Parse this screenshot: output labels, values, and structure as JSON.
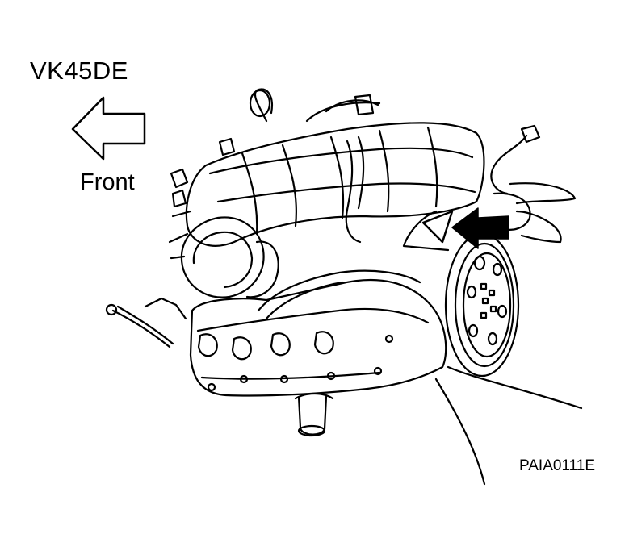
{
  "title": "VK45DE",
  "direction_label": "Front",
  "figure_code": "PAIA0111E",
  "icons": {
    "front_arrow": "outlined-left-arrow-icon",
    "pointer_arrow": "solid-left-arrow-icon"
  },
  "colors": {
    "line": "#000000",
    "background": "#ffffff"
  }
}
